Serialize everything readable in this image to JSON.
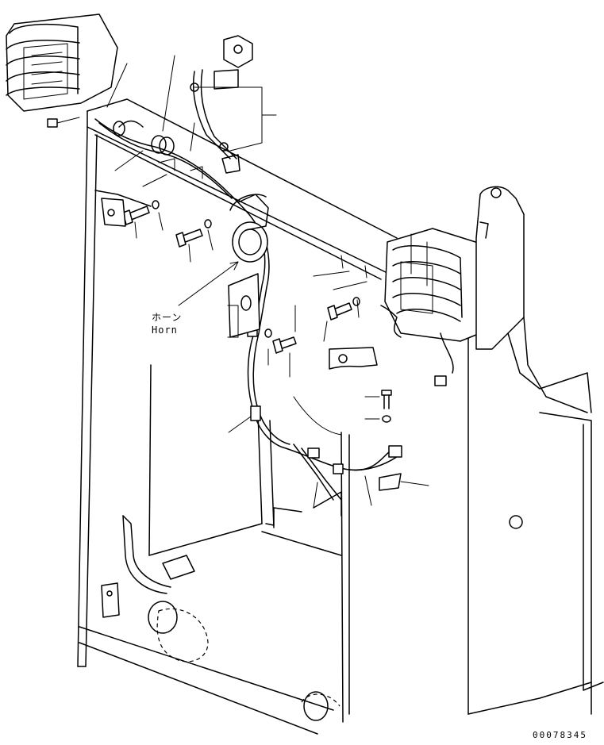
{
  "labels": {
    "horn_jp": "ホーン",
    "horn_en": "Horn"
  },
  "drawing_number": "00078345"
}
